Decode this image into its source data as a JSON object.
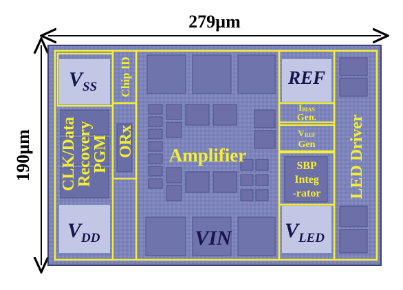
{
  "dimensions": {
    "width_label": "279µm",
    "height_label": "190µm"
  },
  "blocks": {
    "vss": {
      "main": "V",
      "sub": "SS"
    },
    "vdd": {
      "main": "V",
      "sub": "DD"
    },
    "chip_id": "Chip ID",
    "clk_data": [
      "CLK/Data",
      "Recovery",
      "PGM"
    ],
    "orx": "ORx",
    "amplifier": "Amplifier",
    "vin": "VIN",
    "ref": "REF",
    "ibias": {
      "main": "I",
      "sub": "BIAS",
      "line2": "Gen."
    },
    "vref": {
      "main": "V",
      "sub": "REF",
      "line2": "Gen"
    },
    "sbp": [
      "SBP",
      "Integ",
      "-rator"
    ],
    "vled": {
      "main": "V",
      "sub": "LED"
    },
    "led_driver": "LED Driver"
  },
  "colors": {
    "die": "#7f86bd",
    "die_dark": "#5a5f95",
    "pad": "#9aa0cf",
    "pad_light": "#c2c7e6",
    "cell": "#6c6fa8",
    "outline": "#f2ee3a",
    "label": "#f3ef33",
    "dark_text": "#16164a"
  }
}
